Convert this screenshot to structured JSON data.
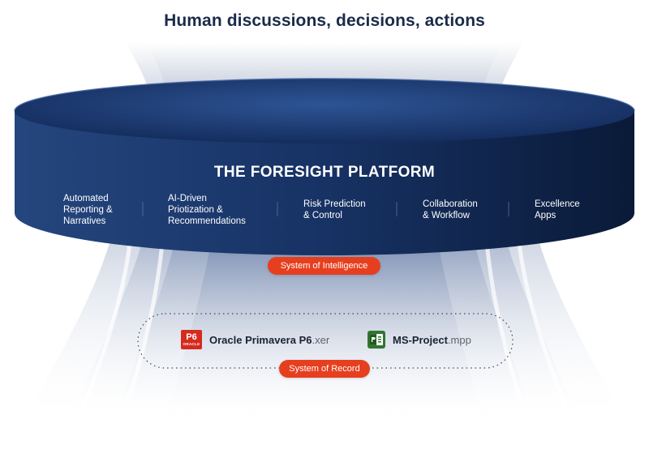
{
  "header": {
    "title": "Human discussions, decisions, actions"
  },
  "platform": {
    "title": "THE FORESIGHT PLATFORM",
    "capabilities": [
      {
        "label": "Automated\nReporting &\nNarratives"
      },
      {
        "label": "AI-Driven\nPriotization &\nRecommendations"
      },
      {
        "label": "Risk Prediction\n& Control"
      },
      {
        "label": "Collaboration\n& Workflow"
      },
      {
        "label": "Excellence\nApps"
      }
    ]
  },
  "badges": {
    "intelligence": "System of Intelligence",
    "record": "System of Record"
  },
  "sources": [
    {
      "logo_text": "P6",
      "logo_subtext": "ORACLE",
      "name": "Oracle Primavera P6",
      "ext": ".xer",
      "icon": "oracle-p6-icon"
    },
    {
      "name": "MS-Project",
      "ext": ".mpp",
      "icon": "ms-project-icon"
    }
  ],
  "colors": {
    "title": "#1a2b4a",
    "platform_dark": "#0d1f3f",
    "platform_mid": "#1d3a6b",
    "accent": "#e63f1f",
    "p6_red": "#d52b1e",
    "msproject_green": "#31752f"
  }
}
